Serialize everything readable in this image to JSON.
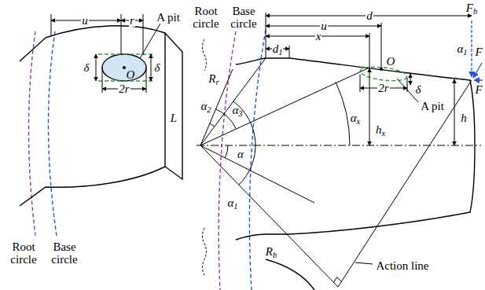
{
  "diagram": {
    "labels": [
      "u",
      "r",
      "A pit",
      "δ",
      "O",
      "δ",
      "2r",
      "L",
      "Root circle",
      "Base circle",
      "Root circle",
      "Base circle",
      "u",
      "d",
      "Fb",
      "x",
      "d1",
      "O",
      "α1",
      "F",
      "F",
      "Rr",
      "2r",
      "A pit",
      "α2",
      "α3",
      "αx",
      "hx",
      "δ",
      "h",
      "α",
      "α1",
      "Rb",
      "Action line"
    ]
  }
}
